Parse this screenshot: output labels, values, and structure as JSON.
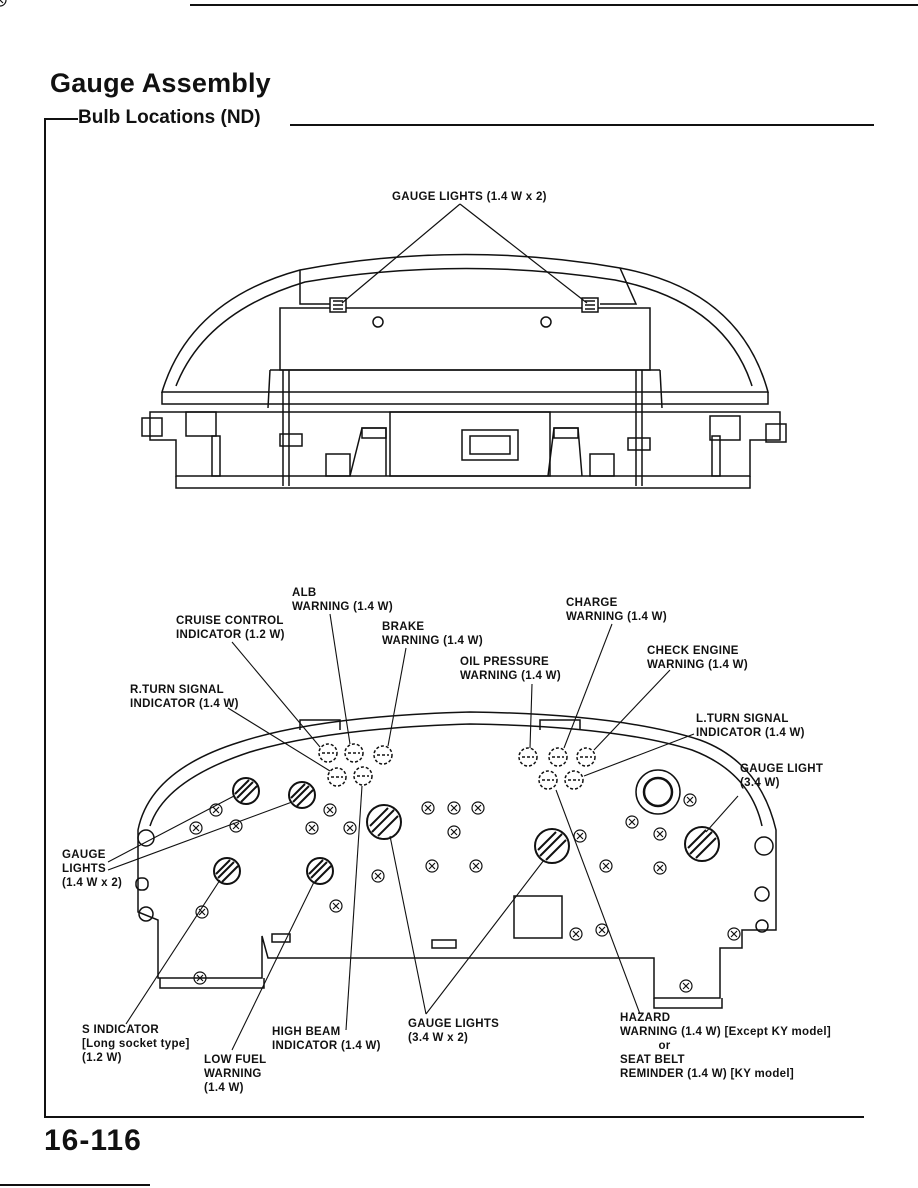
{
  "page": {
    "title": "Gauge Assembly",
    "subtitle": "Bulb Locations (ND)",
    "page_number": "16-116"
  },
  "top_view": {
    "gauge_lights": "GAUGE LIGHTS (1.4 W x 2)"
  },
  "front_view": {
    "alb_warning": "ALB\nWARNING (1.4 W)",
    "cruise_control_indicator": "CRUISE CONTROL\nINDICATOR (1.2 W)",
    "brake_warning": "BRAKE\nWARNING (1.4 W)",
    "charge_warning": "CHARGE\nWARNING (1.4 W)",
    "check_engine_warning": "CHECK ENGINE\nWARNING (1.4 W)",
    "oil_pressure_warning": "OIL PRESSURE\nWARNING (1.4 W)",
    "r_turn_signal_indicator": "R.TURN SIGNAL\nINDICATOR (1.4 W)",
    "l_turn_signal_indicator": "L.TURN SIGNAL\nINDICATOR (1.4 W)",
    "gauge_light_right": "GAUGE LIGHT\n(3.4 W)",
    "gauge_lights_left": "GAUGE\nLIGHTS\n(1.4 W x 2)",
    "s_indicator": "S INDICATOR\n[Long socket type]\n(1.2 W)",
    "low_fuel_warning": "LOW FUEL\nWARNING\n(1.4 W)",
    "high_beam_indicator": "HIGH BEAM\nINDICATOR (1.4 W)",
    "gauge_lights_center": "GAUGE LIGHTS\n(3.4 W x 2)",
    "hazard_warning": "HAZARD\nWARNING (1.4 W) [Except KY model]\n           or\nSEAT BELT\nREMINDER (1.4 W) [KY model]"
  }
}
